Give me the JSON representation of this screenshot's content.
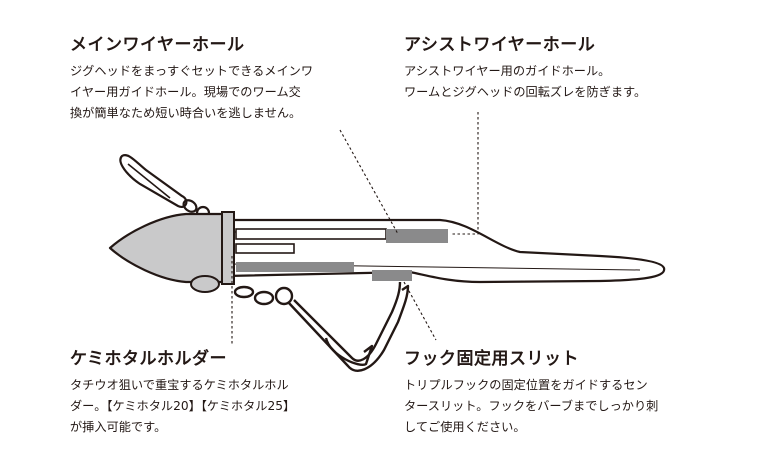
{
  "annotations": {
    "main_wire_hole": {
      "title": "メインワイヤーホール",
      "lines": [
        "ジグヘッドをまっすぐセットできるメインワ",
        "イヤー用ガイドホール。現場でのワーム交",
        "換が簡単なため短い時合いを逃しません。"
      ]
    },
    "assist_wire_hole": {
      "title": "アシストワイヤーホール",
      "lines": [
        "アシストワイヤー用のガイドホール。",
        "ワームとジグヘッドの回転ズレを防ぎます。"
      ]
    },
    "kemihotaru_holder": {
      "title": "ケミホタルホルダー",
      "lines": [
        "タチウオ狙いで重宝するケミホタルホル",
        "ダー。【ケミホタル20】【ケミホタル25】",
        "が挿入可能です。"
      ]
    },
    "hook_slit": {
      "title": "フック固定用スリット",
      "lines": [
        "トリプルフックの固定位置をガイドするセン",
        "タースリット。フックをバーブまでしっかり刺",
        "してご使用ください。"
      ]
    }
  },
  "colors": {
    "outline": "#231815",
    "head_fill": "#c9c9ca",
    "slot_fill": "#8a8a8b",
    "worm_fill": "#ffffff"
  }
}
